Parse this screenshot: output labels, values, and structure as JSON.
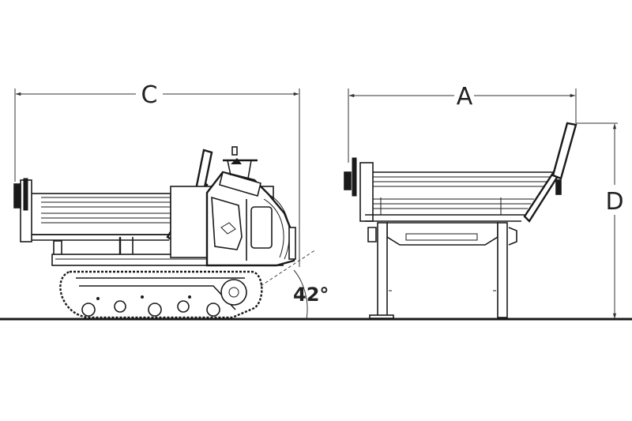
{
  "diagram": {
    "subject": "tracked mini dumper dimension drawing",
    "views": [
      {
        "name": "side-view",
        "description": "side elevation of tracked dumper with skip"
      },
      {
        "name": "front-view",
        "description": "front elevation of skip with legs"
      }
    ],
    "dimensions": {
      "C": {
        "label": "C",
        "meaning": "overall length (side view)"
      },
      "A": {
        "label": "A",
        "meaning": "skip width (front view)"
      },
      "D": {
        "label": "D",
        "meaning": "overall height (front view)"
      }
    },
    "angle": {
      "label": "42°",
      "value": 42,
      "unit": "degrees"
    }
  },
  "colors": {
    "line": "#1a1a1a",
    "text": "#222222",
    "background": "#ffffff"
  }
}
